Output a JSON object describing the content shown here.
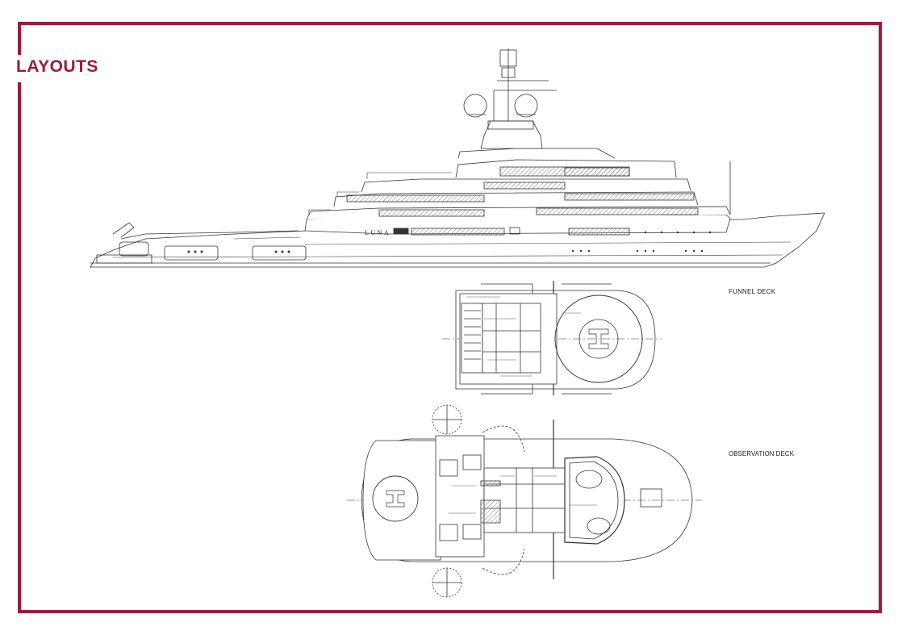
{
  "header": {
    "title": "LAYOUTS"
  },
  "profile": {
    "yacht_name": "LUNA"
  },
  "decks": [
    {
      "label": "FUNNEL DECK"
    },
    {
      "label": "OBSERVATION DECK"
    }
  ],
  "colors": {
    "accent": "#9b1b3e",
    "line": "#333333",
    "hatch": "#777777"
  }
}
